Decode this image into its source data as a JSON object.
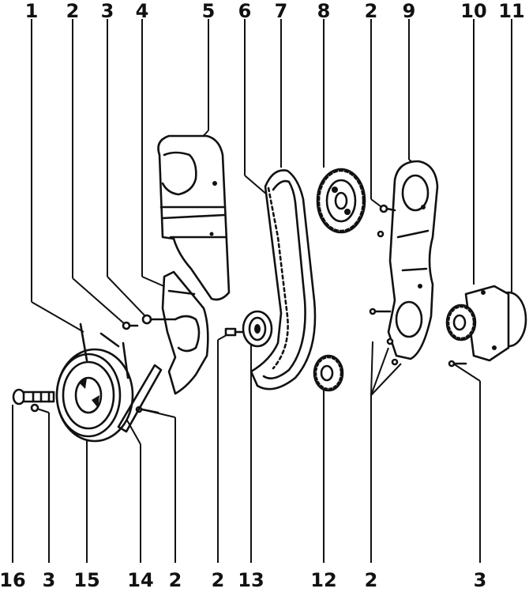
{
  "diagram": {
    "callouts": {
      "top": [
        "1",
        "2",
        "3",
        "4",
        "5",
        "6",
        "7",
        "8",
        "2",
        "9",
        "10",
        "11"
      ],
      "bottom": [
        "16",
        "3",
        "15",
        "14",
        "2",
        "2",
        "13",
        "12",
        "2",
        "3"
      ]
    }
  }
}
